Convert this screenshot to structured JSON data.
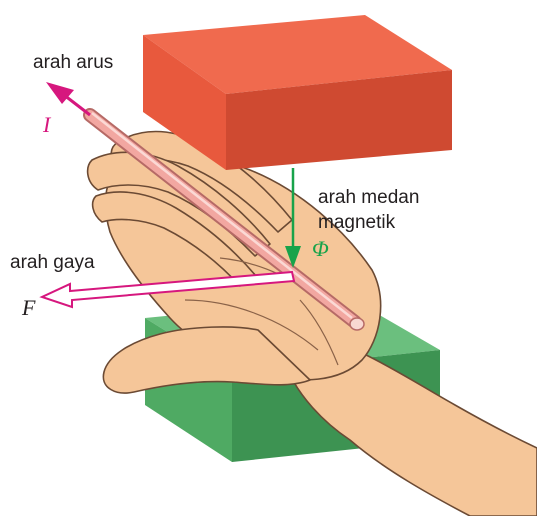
{
  "labels": {
    "current_direction": "arah arus",
    "magnetic_field_direction_line1": "arah medan",
    "magnetic_field_direction_line2": "magnetik",
    "force_direction": "arah gaya"
  },
  "symbols": {
    "current": "I",
    "flux": "Φ",
    "force": "F"
  },
  "colors": {
    "north_magnet_top": "#f06a4e",
    "north_magnet_front": "#e8593d",
    "north_magnet_side": "#cf4a31",
    "south_magnet_top": "#6bbf7e",
    "south_magnet_front": "#4faa63",
    "south_magnet_side": "#3d9352",
    "field_arrow": "#18a34a",
    "current_arrow": "#d6177e",
    "force_arrow": "#d6177e",
    "conductor": "#f2a7a1",
    "skin": "#f5c699",
    "skin_outline": "#6b4a34"
  }
}
